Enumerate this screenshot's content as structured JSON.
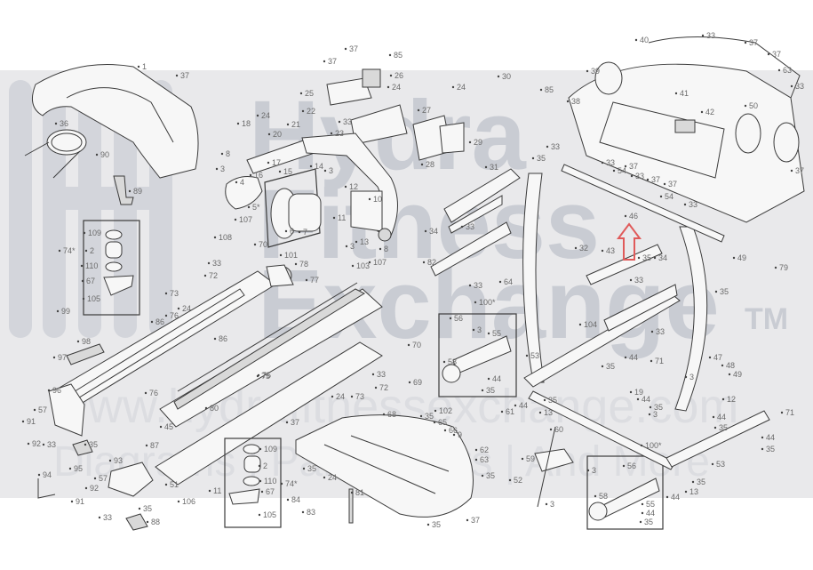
{
  "diagram": {
    "title": "Treadmill exploded parts diagram",
    "highlight": {
      "part": "46",
      "marker": "red-up-arrow",
      "color": "#e05a5a"
    },
    "watermark": {
      "line1": "Hydra",
      "line2": "Fitness",
      "line3": "Exchange",
      "trademark": "TM",
      "url": "www.hydrafitnessexchange.com",
      "tagline": "Diagrams | Parts | Lists | And More"
    },
    "callouts": [
      {
        "id": "c1",
        "label": "1"
      },
      {
        "id": "c37a",
        "label": "37"
      },
      {
        "id": "c36",
        "label": "36"
      },
      {
        "id": "c90",
        "label": "90"
      },
      {
        "id": "c89",
        "label": "89"
      },
      {
        "id": "c37b",
        "label": "37"
      },
      {
        "id": "c37c",
        "label": "37"
      },
      {
        "id": "c85a",
        "label": "85"
      },
      {
        "id": "c25",
        "label": "25"
      },
      {
        "id": "c26",
        "label": "26"
      },
      {
        "id": "c24a",
        "label": "24"
      },
      {
        "id": "c24b",
        "label": "24"
      },
      {
        "id": "c27",
        "label": "27"
      },
      {
        "id": "c29",
        "label": "29"
      },
      {
        "id": "c28",
        "label": "28"
      },
      {
        "id": "c23",
        "label": "23"
      },
      {
        "id": "c33a",
        "label": "33"
      },
      {
        "id": "c22",
        "label": "22"
      },
      {
        "id": "c21",
        "label": "21"
      },
      {
        "id": "c24c",
        "label": "24"
      },
      {
        "id": "c18",
        "label": "18"
      },
      {
        "id": "c20",
        "label": "20"
      },
      {
        "id": "c8a",
        "label": "8"
      },
      {
        "id": "c3a",
        "label": "3"
      },
      {
        "id": "c17",
        "label": "17"
      },
      {
        "id": "c15",
        "label": "15"
      },
      {
        "id": "c14",
        "label": "14"
      },
      {
        "id": "c3b",
        "label": "3"
      },
      {
        "id": "c16",
        "label": "16"
      },
      {
        "id": "c4",
        "label": "4"
      },
      {
        "id": "c5",
        "label": "5*"
      },
      {
        "id": "c6",
        "label": "6"
      },
      {
        "id": "c7",
        "label": "7"
      },
      {
        "id": "c11",
        "label": "11"
      },
      {
        "id": "c12a",
        "label": "12"
      },
      {
        "id": "c10",
        "label": "10"
      },
      {
        "id": "c13a",
        "label": "13"
      },
      {
        "id": "c3c",
        "label": "3"
      },
      {
        "id": "c8b",
        "label": "8"
      },
      {
        "id": "c107a",
        "label": "107"
      },
      {
        "id": "c108",
        "label": "108"
      },
      {
        "id": "c70a",
        "label": "70"
      },
      {
        "id": "c101",
        "label": "101"
      },
      {
        "id": "c78",
        "label": "78"
      },
      {
        "id": "c33b",
        "label": "33"
      },
      {
        "id": "c72a",
        "label": "72"
      },
      {
        "id": "c73a",
        "label": "73"
      },
      {
        "id": "c24d",
        "label": "24"
      },
      {
        "id": "c77",
        "label": "77"
      },
      {
        "id": "c103",
        "label": "103"
      },
      {
        "id": "c107b",
        "label": "107"
      },
      {
        "id": "c75a",
        "label": "75"
      },
      {
        "id": "c74a",
        "label": "74*"
      },
      {
        "id": "c109a",
        "label": "109"
      },
      {
        "id": "c2a",
        "label": "2"
      },
      {
        "id": "c110a",
        "label": "110"
      },
      {
        "id": "c67a",
        "label": "67"
      },
      {
        "id": "c105a",
        "label": "105"
      },
      {
        "id": "c99",
        "label": "99"
      },
      {
        "id": "c98",
        "label": "98"
      },
      {
        "id": "c97",
        "label": "97"
      },
      {
        "id": "c86a",
        "label": "86"
      },
      {
        "id": "c76a",
        "label": "76"
      },
      {
        "id": "c86b",
        "label": "86"
      },
      {
        "id": "c76b",
        "label": "76"
      },
      {
        "id": "c80",
        "label": "80"
      },
      {
        "id": "c75b",
        "label": "75"
      },
      {
        "id": "c45",
        "label": "45"
      },
      {
        "id": "c96",
        "label": "96"
      },
      {
        "id": "c57a",
        "label": "57"
      },
      {
        "id": "c91a",
        "label": "91"
      },
      {
        "id": "c92a",
        "label": "92"
      },
      {
        "id": "c33c",
        "label": "33"
      },
      {
        "id": "c35a",
        "label": "35"
      },
      {
        "id": "c95",
        "label": "95"
      },
      {
        "id": "c94",
        "label": "94"
      },
      {
        "id": "c87",
        "label": "87"
      },
      {
        "id": "c51",
        "label": "51"
      },
      {
        "id": "c93",
        "label": "93"
      },
      {
        "id": "c57b",
        "label": "57"
      },
      {
        "id": "c92b",
        "label": "92"
      },
      {
        "id": "c91b",
        "label": "91"
      },
      {
        "id": "c33d",
        "label": "33"
      },
      {
        "id": "c35b",
        "label": "35"
      },
      {
        "id": "c88",
        "label": "88"
      },
      {
        "id": "c106",
        "label": "106"
      },
      {
        "id": "c11b",
        "label": "11"
      },
      {
        "id": "c74b",
        "label": "74*"
      },
      {
        "id": "c109b",
        "label": "109"
      },
      {
        "id": "c2b",
        "label": "2"
      },
      {
        "id": "c110b",
        "label": "110"
      },
      {
        "id": "c67b",
        "label": "67"
      },
      {
        "id": "c105b",
        "label": "105"
      },
      {
        "id": "c84",
        "label": "84"
      },
      {
        "id": "c24e",
        "label": "24"
      },
      {
        "id": "c83",
        "label": "83"
      },
      {
        "id": "c81",
        "label": "81"
      },
      {
        "id": "c37d",
        "label": "37"
      },
      {
        "id": "c35c",
        "label": "35"
      },
      {
        "id": "c68",
        "label": "68"
      },
      {
        "id": "c35d",
        "label": "35"
      },
      {
        "id": "c102",
        "label": "102"
      },
      {
        "id": "c65",
        "label": "65"
      },
      {
        "id": "c66",
        "label": "66"
      },
      {
        "id": "c9",
        "label": "9"
      },
      {
        "id": "c69",
        "label": "69"
      },
      {
        "id": "c61",
        "label": "61"
      },
      {
        "id": "c62",
        "label": "62"
      },
      {
        "id": "c63a",
        "label": "63"
      },
      {
        "id": "c35e",
        "label": "35"
      },
      {
        "id": "c35f",
        "label": "35"
      },
      {
        "id": "c37e",
        "label": "37"
      },
      {
        "id": "c33e",
        "label": "33"
      },
      {
        "id": "c72b",
        "label": "72"
      },
      {
        "id": "c24f",
        "label": "24"
      },
      {
        "id": "c73b",
        "label": "73"
      },
      {
        "id": "c70b",
        "label": "70"
      },
      {
        "id": "c30",
        "label": "30"
      },
      {
        "id": "c85b",
        "label": "85"
      },
      {
        "id": "c31",
        "label": "31"
      },
      {
        "id": "c34a",
        "label": "34"
      },
      {
        "id": "c33f",
        "label": "33"
      },
      {
        "id": "c82",
        "label": "82"
      },
      {
        "id": "c33g",
        "label": "33"
      },
      {
        "id": "c100a",
        "label": "100*"
      },
      {
        "id": "c56a",
        "label": "56"
      },
      {
        "id": "c3d",
        "label": "3"
      },
      {
        "id": "c55a",
        "label": "55"
      },
      {
        "id": "c58a",
        "label": "58"
      },
      {
        "id": "c44a",
        "label": "44"
      },
      {
        "id": "c35g",
        "label": "35"
      },
      {
        "id": "c64",
        "label": "64"
      },
      {
        "id": "c53a",
        "label": "53"
      },
      {
        "id": "c40",
        "label": "40"
      },
      {
        "id": "c33h",
        "label": "33"
      },
      {
        "id": "c37f",
        "label": "37"
      },
      {
        "id": "c37g",
        "label": "37"
      },
      {
        "id": "c63b",
        "label": "63"
      },
      {
        "id": "c33i",
        "label": "33"
      },
      {
        "id": "c39",
        "label": "39"
      },
      {
        "id": "c38",
        "label": "38"
      },
      {
        "id": "c41",
        "label": "41"
      },
      {
        "id": "c42",
        "label": "42"
      },
      {
        "id": "c50",
        "label": "50"
      },
      {
        "id": "c37h",
        "label": "37"
      },
      {
        "id": "c33j",
        "label": "33"
      },
      {
        "id": "c35h",
        "label": "35"
      },
      {
        "id": "c33k",
        "label": "33"
      },
      {
        "id": "c54a",
        "label": "54"
      },
      {
        "id": "c37i",
        "label": "37"
      },
      {
        "id": "c37j",
        "label": "37"
      },
      {
        "id": "c33l",
        "label": "33"
      },
      {
        "id": "c37k",
        "label": "37"
      },
      {
        "id": "c54b",
        "label": "54"
      },
      {
        "id": "c33m",
        "label": "33"
      },
      {
        "id": "c46",
        "label": "46"
      },
      {
        "id": "c35i",
        "label": "35"
      },
      {
        "id": "c32",
        "label": "32"
      },
      {
        "id": "c43",
        "label": "43"
      },
      {
        "id": "c34b",
        "label": "34"
      },
      {
        "id": "c33n",
        "label": "33"
      },
      {
        "id": "c49a",
        "label": "49"
      },
      {
        "id": "c79",
        "label": "79"
      },
      {
        "id": "c35j",
        "label": "35"
      },
      {
        "id": "c104",
        "label": "104"
      },
      {
        "id": "c33o",
        "label": "33"
      },
      {
        "id": "c71a",
        "label": "71"
      },
      {
        "id": "c44b",
        "label": "44"
      },
      {
        "id": "c35k",
        "label": "35"
      },
      {
        "id": "c47",
        "label": "47"
      },
      {
        "id": "c48",
        "label": "48"
      },
      {
        "id": "c49b",
        "label": "49"
      },
      {
        "id": "c3e",
        "label": "3"
      },
      {
        "id": "c19",
        "label": "19"
      },
      {
        "id": "c44c",
        "label": "44"
      },
      {
        "id": "c35l",
        "label": "35"
      },
      {
        "id": "c3f",
        "label": "3"
      },
      {
        "id": "c12b",
        "label": "12"
      },
      {
        "id": "c44d",
        "label": "44"
      },
      {
        "id": "c35m",
        "label": "35"
      },
      {
        "id": "c71b",
        "label": "71"
      },
      {
        "id": "c44e",
        "label": "44"
      },
      {
        "id": "c35n",
        "label": "35"
      },
      {
        "id": "c44f",
        "label": "44"
      },
      {
        "id": "c35o",
        "label": "35"
      },
      {
        "id": "c13b",
        "label": "13"
      },
      {
        "id": "c60",
        "label": "60"
      },
      {
        "id": "c59",
        "label": "59"
      },
      {
        "id": "c52",
        "label": "52"
      },
      {
        "id": "c3g",
        "label": "3"
      },
      {
        "id": "c100b",
        "label": "100*"
      },
      {
        "id": "c3h",
        "label": "3"
      },
      {
        "id": "c56b",
        "label": "56"
      },
      {
        "id": "c58b",
        "label": "58"
      },
      {
        "id": "c55b",
        "label": "55"
      },
      {
        "id": "c44g",
        "label": "44"
      },
      {
        "id": "c35p",
        "label": "35"
      },
      {
        "id": "c53b",
        "label": "53"
      },
      {
        "id": "c35q",
        "label": "35"
      },
      {
        "id": "c44h",
        "label": "44"
      },
      {
        "id": "c13c",
        "label": "13"
      }
    ]
  }
}
